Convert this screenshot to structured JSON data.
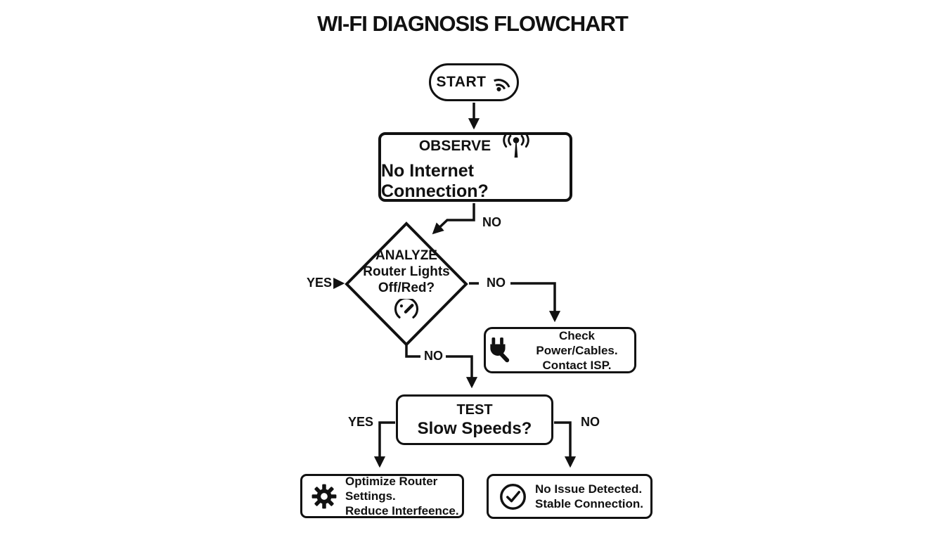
{
  "title": "WI-FI DIAGNOSIS FLOWCHART",
  "colors": {
    "ink": "#111111",
    "background": "#ffffff"
  },
  "nodes": {
    "start": {
      "label": "START",
      "icon": "wifi-signal-icon"
    },
    "observe": {
      "step_label": "OBSERVE",
      "question": "No Internet Connection?",
      "icon": "antenna-broadcast-icon"
    },
    "analyze": {
      "step_label": "ANALYZE",
      "question_line1": "Router Lights",
      "question_line2": "Off/Red?",
      "icon": "gauge-icon"
    },
    "check_power": {
      "line1": "Check Power/Cables.",
      "line2": "Contact ISP.",
      "icon": "power-plug-icon"
    },
    "test": {
      "step_label": "TEST",
      "question": "Slow Speeds?"
    },
    "optimize": {
      "line1": "Optimize Router Settings.",
      "line2": "Reduce Interfeence.",
      "icon": "gear-icon"
    },
    "no_issue": {
      "line1": "No Issue Detected.",
      "line2": "Stable Connection.",
      "icon": "check-circle-icon"
    }
  },
  "edge_labels": {
    "observe_no": "NO",
    "analyze_yes": "YES",
    "analyze_no_right": "NO",
    "analyze_no_down": "NO",
    "test_yes": "YES",
    "test_no": "NO"
  }
}
